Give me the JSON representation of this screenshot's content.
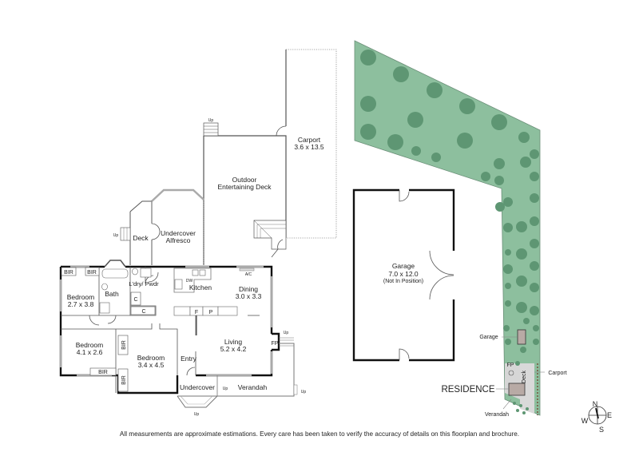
{
  "floorplan": {
    "rooms": [
      {
        "name": "Bedroom",
        "size": "2.7 x 3.8"
      },
      {
        "name": "Bedroom",
        "size": "4.1 x 2.6"
      },
      {
        "name": "Bedroom",
        "size": "3.4 x 4.5"
      },
      {
        "name": "Bath",
        "size": ""
      },
      {
        "name": "L'dry/ Pwdr",
        "size": ""
      },
      {
        "name": "Kitchen",
        "size": ""
      },
      {
        "name": "Dining",
        "size": "3.0 x 3.3"
      },
      {
        "name": "Living",
        "size": "5.2 x 4.2"
      },
      {
        "name": "Entry",
        "size": ""
      },
      {
        "name": "Undercover",
        "size": ""
      },
      {
        "name": "Verandah",
        "size": ""
      },
      {
        "name": "Deck",
        "size": ""
      },
      {
        "name": "Undercover",
        "size": "Alfresco"
      },
      {
        "name": "Outdoor",
        "size": "Entertaining Deck"
      },
      {
        "name": "Carport",
        "size": "3.6 x 13.5"
      }
    ],
    "fixtures": {
      "bir": "BIR",
      "cupboard": "C",
      "fridge": "F",
      "pantry": "P",
      "fireplace": "FP",
      "dishwasher": "DW",
      "aircon": "A/C",
      "up": "Up"
    }
  },
  "garage": {
    "name": "Garage",
    "size": "7.0 x 12.0",
    "note": "(Not In Position)"
  },
  "siteplan": {
    "labels": {
      "garage": "Garage",
      "fp": "FP",
      "deck": "Deck",
      "carport": "Carport",
      "residence": "RESIDENCE",
      "verandah": "Verandah"
    },
    "colors": {
      "lawn": "#8dbf9e",
      "trees": "#5e9673",
      "paving": "#d9d9d9",
      "house": "#b8aaa5"
    }
  },
  "compass": {
    "n": "N",
    "e": "E",
    "s": "S",
    "w": "W"
  },
  "disclaimer": "All measurements are approximate estimations. Every care has been taken to verify the accuracy of details on this floorplan and brochure."
}
